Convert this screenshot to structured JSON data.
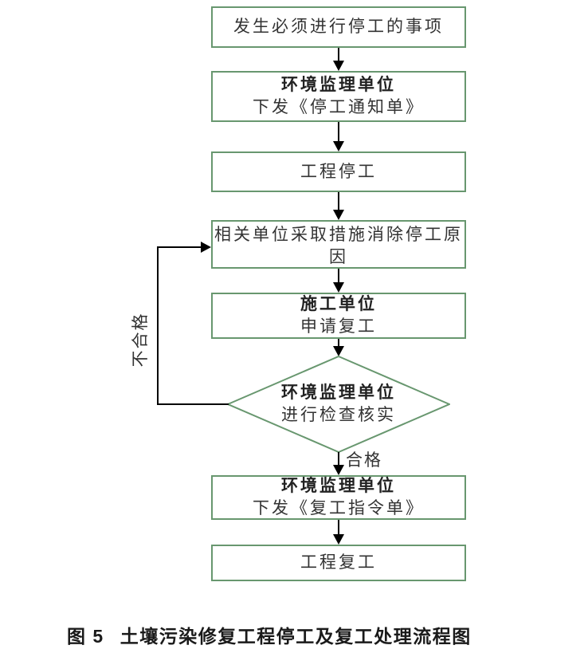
{
  "flowchart": {
    "colors": {
      "node_border": "#68976f",
      "arrow": "#000000",
      "text": "#333333"
    },
    "nodes": [
      {
        "name": "stop-event",
        "type": "process",
        "lines": [
          {
            "text": "发生必须进行停工的事项",
            "bold": false
          }
        ]
      },
      {
        "name": "supervisor-issue-stop-notice",
        "type": "process",
        "lines": [
          {
            "text": "环境监理单位",
            "bold": true
          },
          {
            "text": "下发《停工通知单》",
            "bold": false
          }
        ]
      },
      {
        "name": "project-stop",
        "type": "process",
        "lines": [
          {
            "text": "工程停工",
            "bold": false
          }
        ]
      },
      {
        "name": "eliminate-stop-cause",
        "type": "process",
        "lines": [
          {
            "text": "相关单位采取措施消除停工原因",
            "bold": false
          }
        ]
      },
      {
        "name": "contractor-apply-resume",
        "type": "process",
        "lines": [
          {
            "text": "施工单位",
            "bold": true
          },
          {
            "text": "申请复工",
            "bold": false
          }
        ]
      },
      {
        "name": "supervisor-inspect-verify",
        "type": "decision",
        "lines": [
          {
            "text": "环境监理单位",
            "bold": true
          },
          {
            "text": "进行检查核实",
            "bold": false
          }
        ]
      },
      {
        "name": "supervisor-issue-resume-order",
        "type": "process",
        "lines": [
          {
            "text": "环境监理单位",
            "bold": true
          },
          {
            "text": "下发《复工指令单》",
            "bold": false
          }
        ]
      },
      {
        "name": "project-resume",
        "type": "process",
        "lines": [
          {
            "text": "工程复工",
            "bold": false
          }
        ]
      }
    ],
    "edge_labels": {
      "pass": "合格",
      "fail": "不合格"
    }
  },
  "caption": {
    "figure_label": "图 5",
    "title": "土壤污染修复工程停工及复工处理流程图"
  }
}
